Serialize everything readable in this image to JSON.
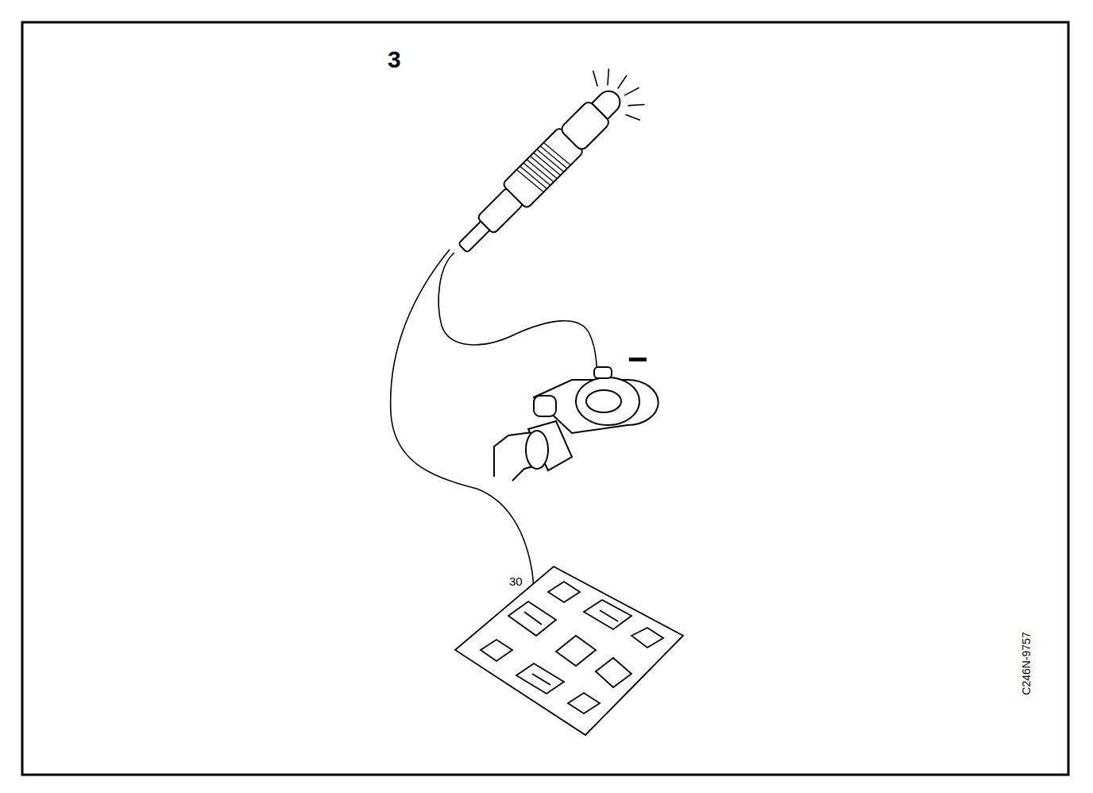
{
  "diagram": {
    "labels": [
      "3",
      "−",
      "30",
      "C246N-9757"
    ]
  }
}
